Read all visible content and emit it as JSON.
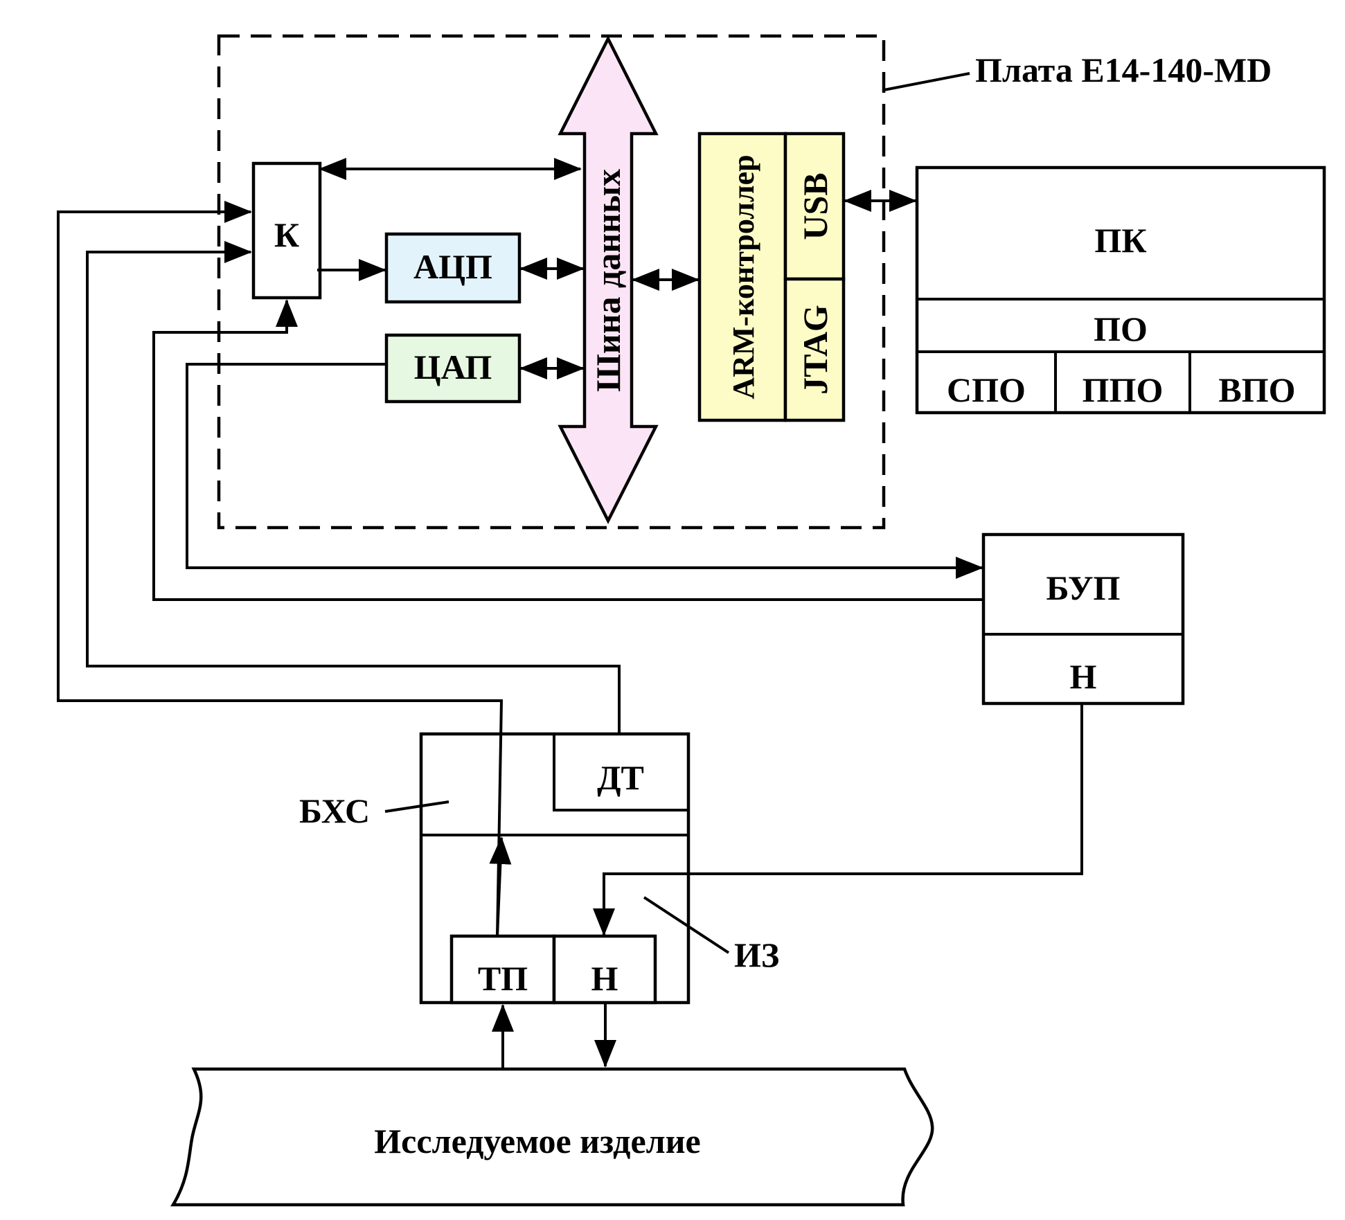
{
  "board": {
    "label": "Плата E14-140-MD"
  },
  "blocks": {
    "k": "К",
    "adc": "АЦП",
    "dac": "ЦАП",
    "bus": "Шина данных",
    "arm": "ARM-контроллер",
    "usb": "USB",
    "jtag": "JTAG",
    "pc": "ПК",
    "po": "ПО",
    "spo": "СПО",
    "ppo": "ППО",
    "vpo": "ВПО",
    "bup": "БУП",
    "bup_h": "Н",
    "bxs": "БХС",
    "dt": "ДТ",
    "tp": "ТП",
    "iz_h": "Н",
    "iz": "ИЗ",
    "product": "Исследуемое изделие"
  },
  "colors": {
    "adc_fill": "#e3f3fb",
    "dac_fill": "#e6f8e2",
    "bus_fill": "#fbe4f5",
    "arm_fill": "#fdfcc6",
    "line": "#000000"
  }
}
